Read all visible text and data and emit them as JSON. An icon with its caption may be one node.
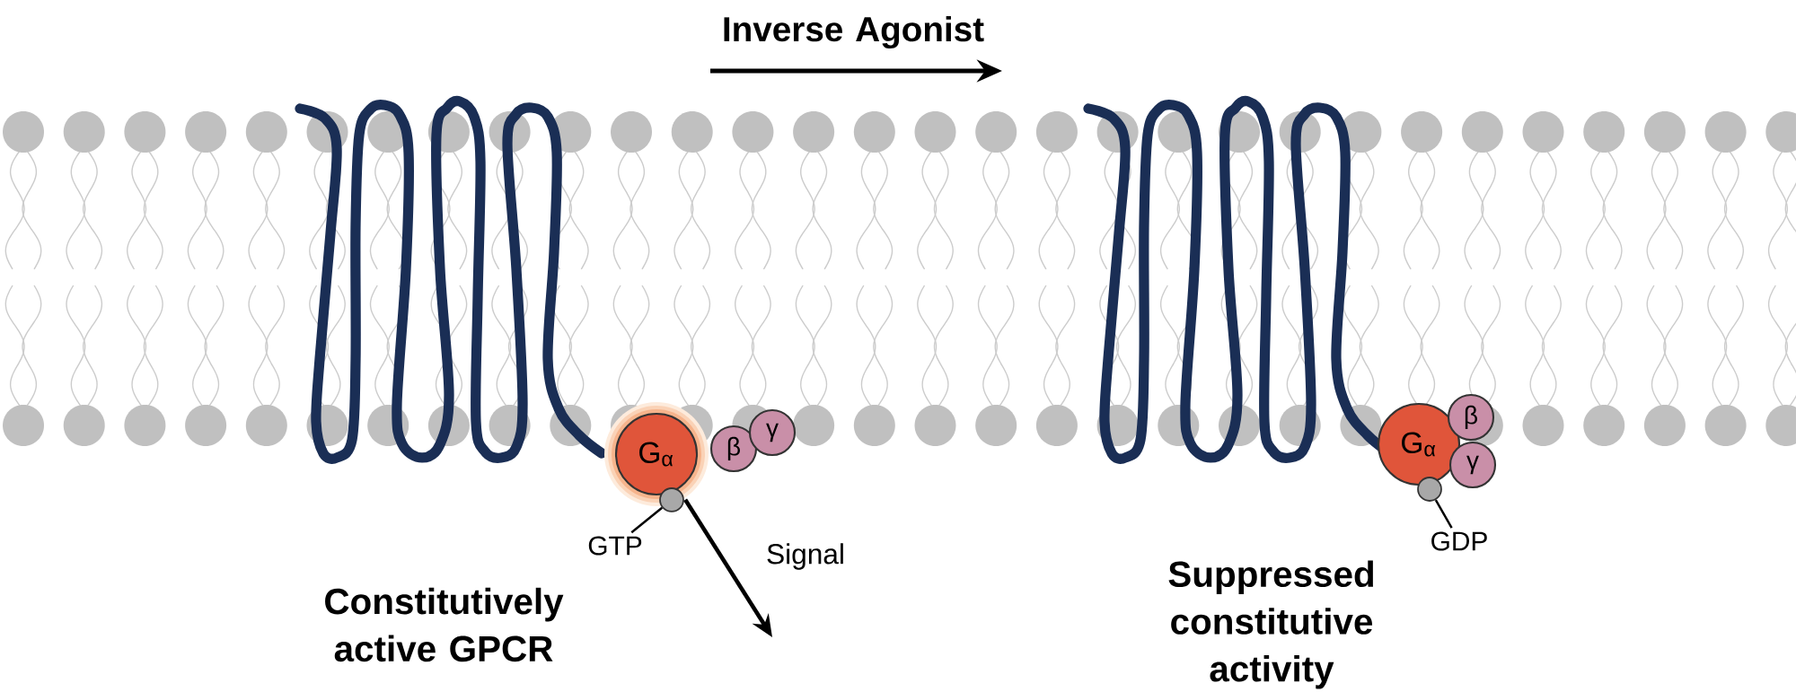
{
  "diagram": {
    "nodes": [
      {
        "text": [
          "G$_{α}$"
        ]
      },
      {
        "text": [
          "β"
        ]
      },
      {
        "text": [
          "γ"
        ]
      },
      {
        "text": [],
        "shape": "circle"
      },
      {
        "text": [
          "GTP"
        ]
      },
      {
        "text": [
          "G$_{α}$"
        ]
      },
      {
        "text": [
          "β"
        ]
      },
      {
        "text": [
          "γ"
        ]
      },
      {
        "text": [],
        "shape": "circle"
      },
      {
        "text": [
          "GDP"
        ]
      }
    ],
    "edges": [
      {
        "from": 4,
        "to": 3,
        "arrow": "none"
      },
      {
        "from": 0,
        "to": null,
        "arrow": "to",
        "label": "Signal"
      },
      {
        "from": 9,
        "to": 8,
        "arrow": "none"
      }
    ],
    "labels": [
      "Inverse Agonist",
      "Constitutively active GPCR",
      "Suppressed constitutive activity"
    ]
  }
}
